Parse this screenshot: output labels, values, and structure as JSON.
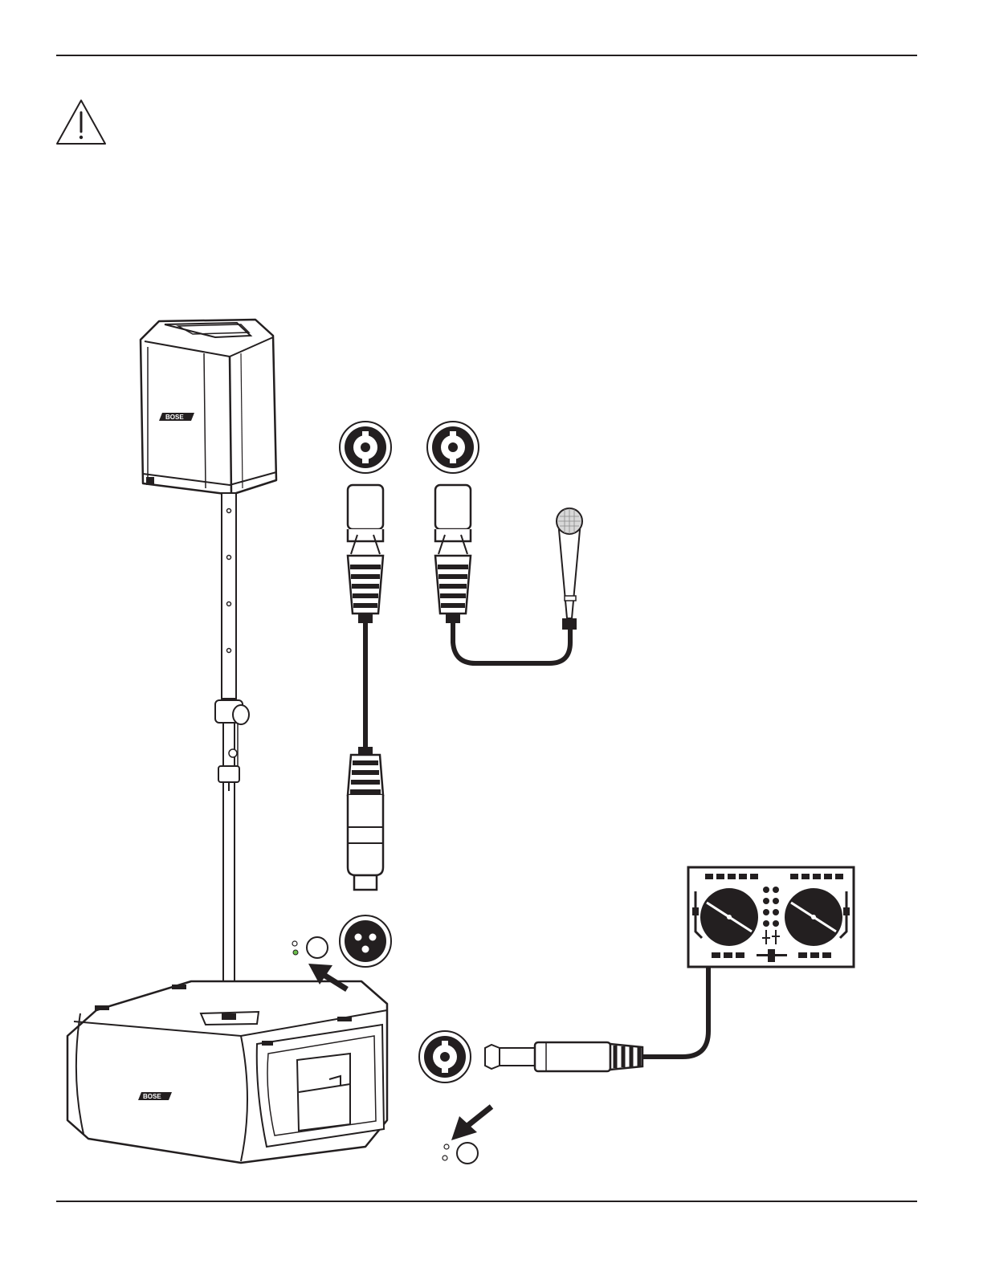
{
  "page": {
    "warning_icon": "warning-triangle-icon",
    "background": "#ffffff",
    "line_color": "#231f20",
    "led_color": "#6abf4b"
  },
  "diagram": {
    "devices": [
      "speaker-array",
      "extension-pole",
      "bass-module",
      "dynamic-microphone",
      "dj-controller"
    ],
    "brand_marks": {
      "speaker_logo": "BOSE",
      "bass_logo": "BOSE"
    },
    "connectors": [
      "combo-jack",
      "combo-jack",
      "xlr-output-jack",
      "combo-jack",
      "xlr-male-plug",
      "xlr-female-plug",
      "xlr-male-plug",
      "quarter-inch-trs-plug"
    ],
    "indicators": [
      "led-off",
      "led-green"
    ]
  }
}
